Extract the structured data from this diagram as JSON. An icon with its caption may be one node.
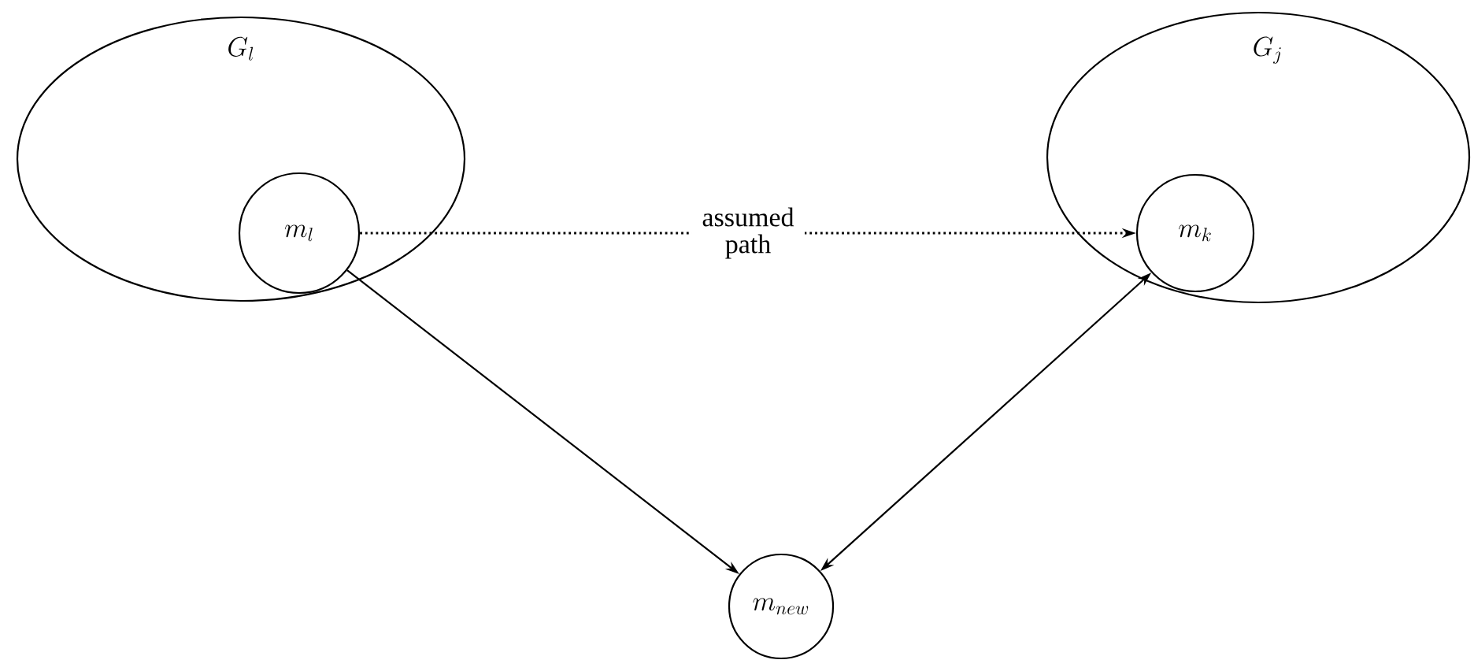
{
  "diagram": {
    "nodes": [
      {
        "text": [
          "G_l"
        ]
      },
      {
        "text": [
          "m_l"
        ],
        "in": 0
      },
      {
        "text": [
          "G_j"
        ]
      },
      {
        "text": [
          "m_k"
        ],
        "in": 2
      },
      {
        "text": [
          "m_{new}"
        ]
      }
    ],
    "edges": [
      {
        "from": 1,
        "to": 3,
        "arrow": "to",
        "label": "assumed path",
        "style": "dashed"
      },
      {
        "from": 1,
        "to": 4,
        "arrow": "to"
      },
      {
        "from": 3,
        "to": 4,
        "arrow": "both"
      }
    ]
  }
}
